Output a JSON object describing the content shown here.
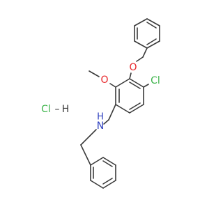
{
  "molecule": {
    "atoms": {
      "O_benzyloxy": {
        "label": "O",
        "color": "#e8262a"
      },
      "O_methoxy": {
        "label": "O",
        "color": "#e8262a"
      },
      "Cl": {
        "label": "Cl",
        "color": "#3cb44a"
      },
      "N": {
        "label": "N",
        "color": "#2d3fbf"
      },
      "H_amine": {
        "label": "H",
        "color": "#2d3fbf"
      }
    },
    "salt": {
      "chlorine": {
        "label": "Cl",
        "color": "#3cb44a"
      },
      "bond": "–",
      "hydrogen": {
        "label": "H",
        "color": "#3a3a3a"
      }
    },
    "bond_color": "#3a3a3a"
  }
}
